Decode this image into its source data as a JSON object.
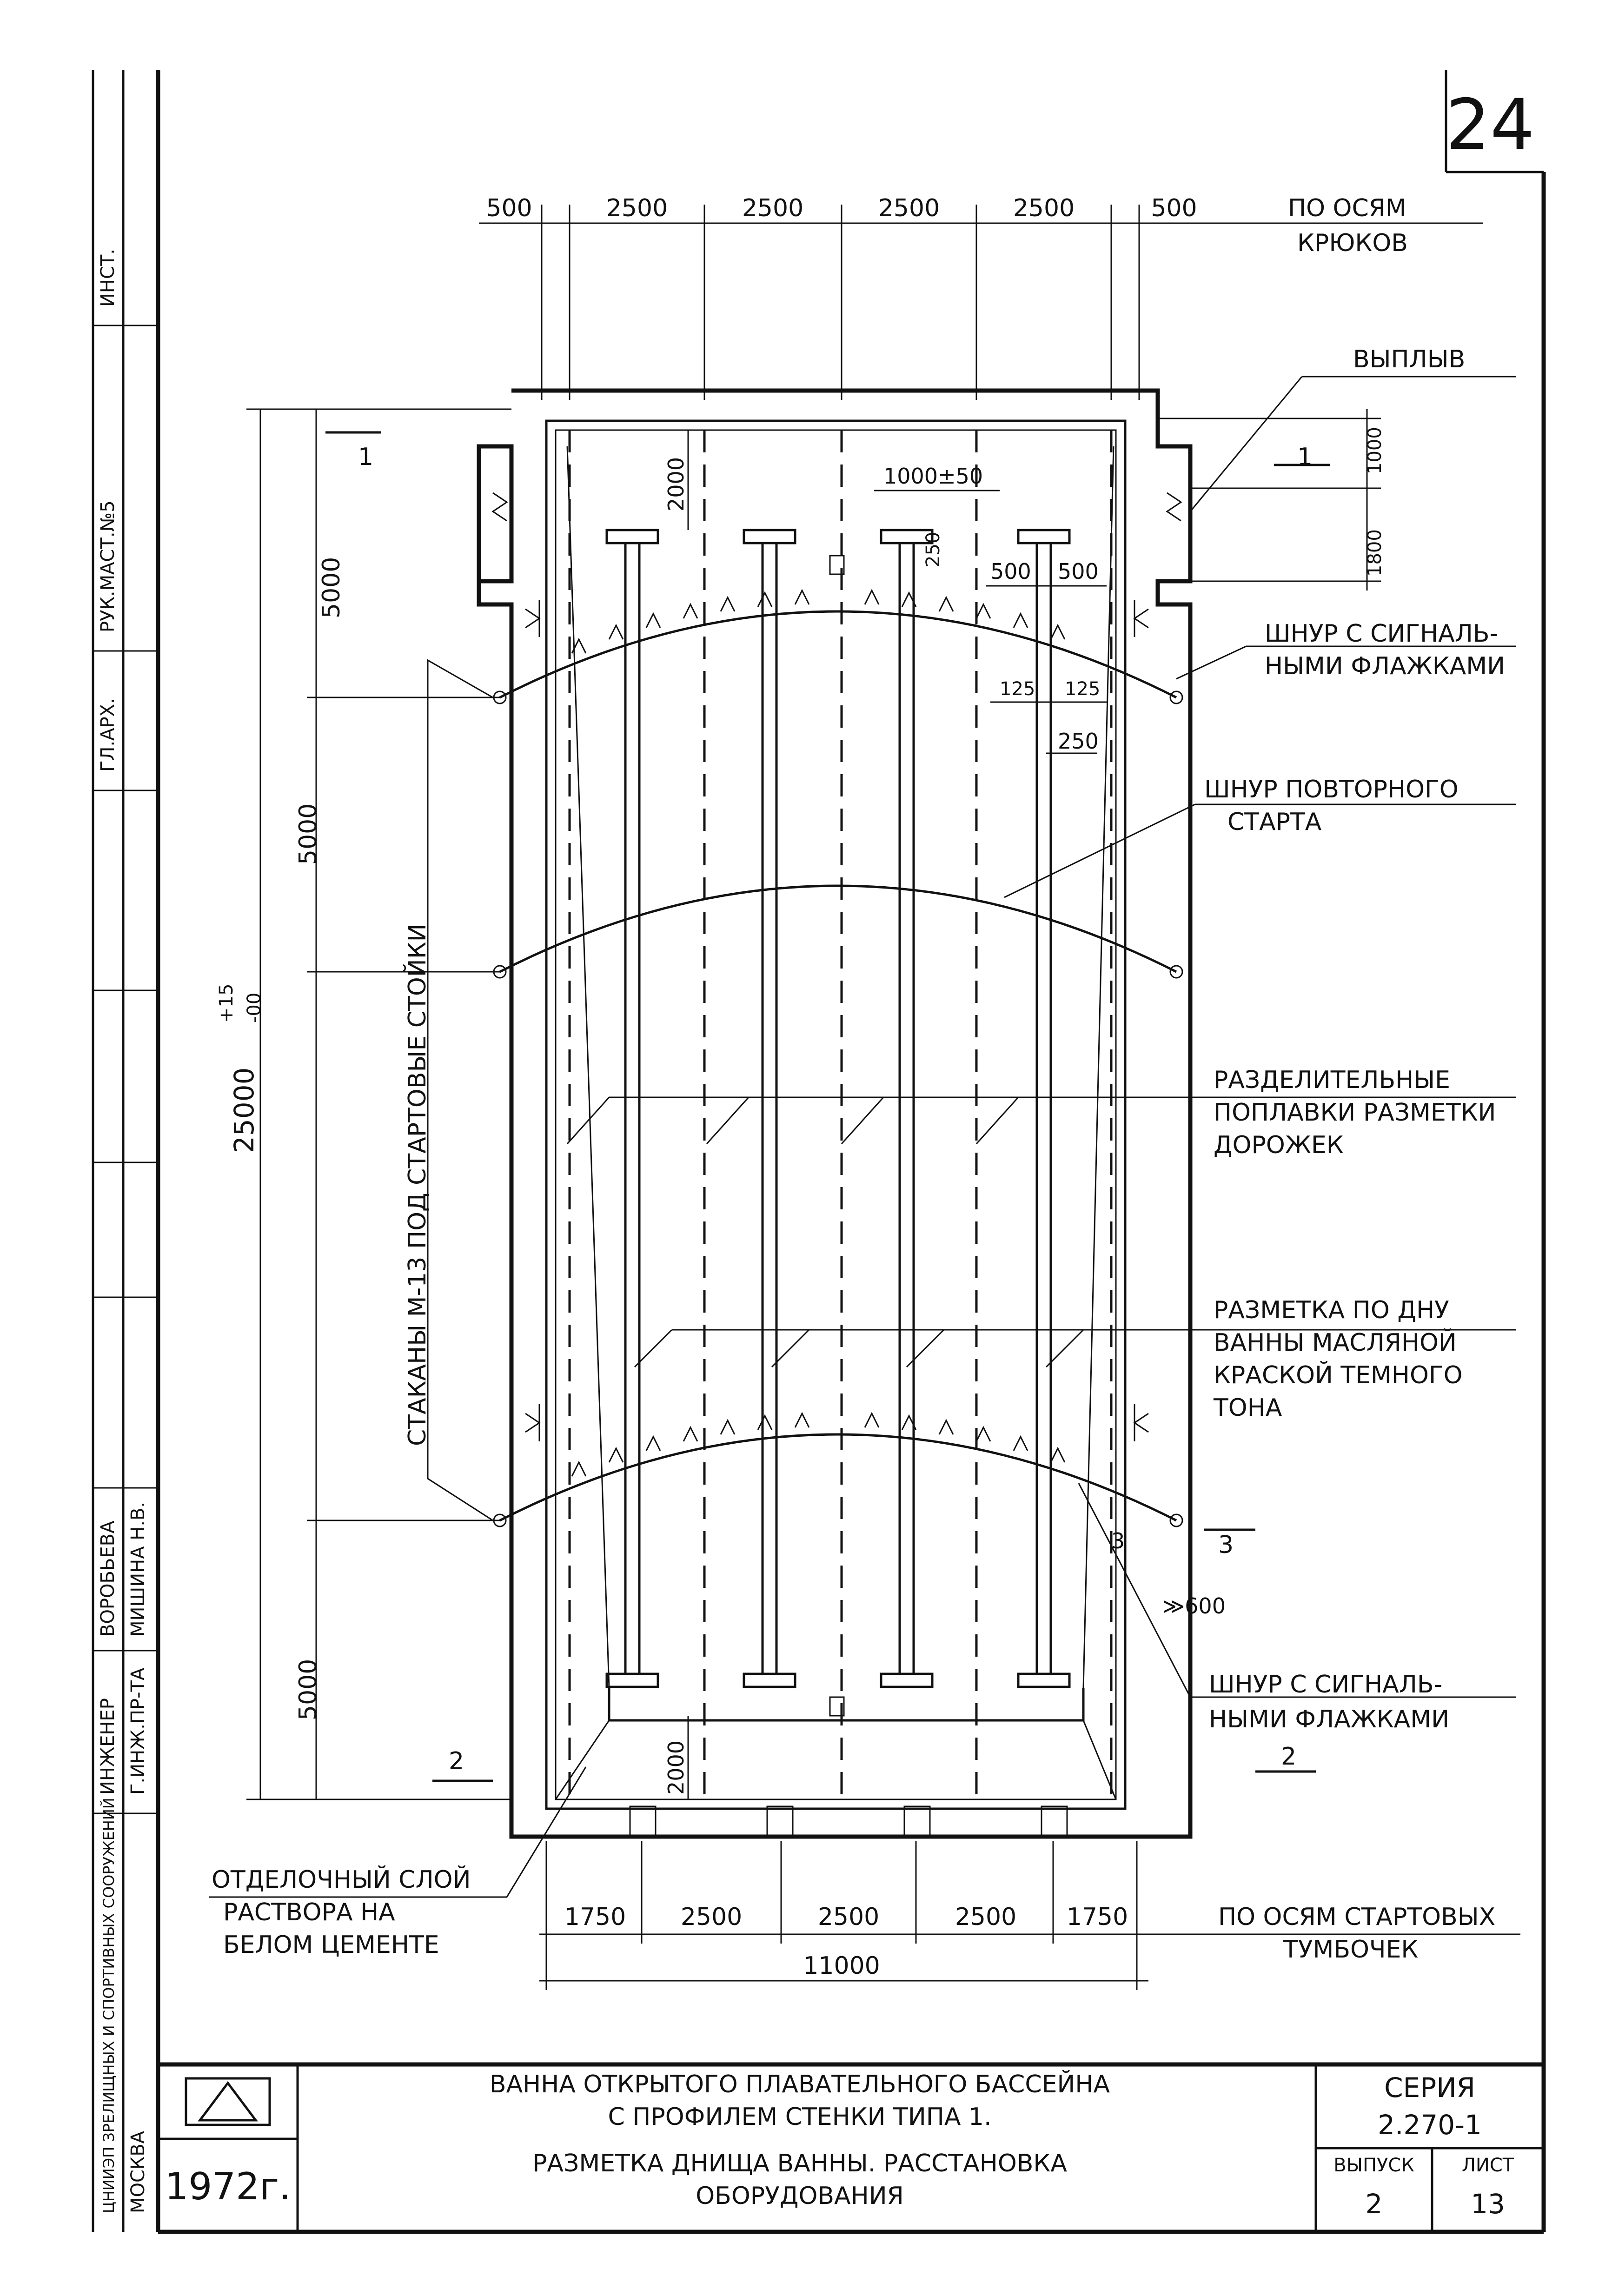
{
  "sheet_number": "24",
  "dims_top": [
    "500",
    "2500",
    "2500",
    "2500",
    "2500",
    "500"
  ],
  "dims_top_note": [
    "ПО ОСЯМ",
    "КРЮКОВ"
  ],
  "dims_bottom": [
    "1750",
    "2500",
    "2500",
    "2500",
    "1750"
  ],
  "dims_bottom_total": "11000",
  "dims_bottom_note": [
    "ПО ОСЯМ СТАРТОВЫХ",
    "ТУМБОЧЕК"
  ],
  "left_dims": [
    "5000",
    "5000",
    "5000"
  ],
  "overall_length": "25000",
  "overall_tolerance_plus": "+15",
  "overall_tolerance_minus": "-00",
  "inner_dims": {
    "top_2000": "2000",
    "bottom_2000": "2000",
    "d1000": "1000±50",
    "d250a": "250",
    "d500a": "500",
    "d500b": "500",
    "d125a": "125",
    "d125b": "125",
    "d250b": "250",
    "right_1000": "1000",
    "right_1800": "1800",
    "d600": "≫600"
  },
  "section_marks": {
    "s1_left": "1",
    "s1_right": "1",
    "s2_left": "2",
    "s2_right": "2",
    "s3_left": "3",
    "s3_right": "3"
  },
  "callouts": {
    "vyplyv": "ВЫПЛЫВ",
    "shnur_flag_top": [
      "ШНУР С СИГНАЛЬ-",
      "НЫМИ ФЛАЖКАМИ"
    ],
    "shnur_restart": [
      "ШНУР ПОВТОРНОГО",
      "СТАРТА"
    ],
    "razdel": [
      "РАЗДЕЛИТЕЛЬНЫЕ",
      "ПОПЛАВКИ РАЗМЕТКИ",
      "ДОРОЖЕК"
    ],
    "razmetka": [
      "РАЗМЕТКА ПО ДНУ",
      "ВАННЫ МАСЛЯНОЙ",
      "КРАСКОЙ ТЕМНОГО",
      "ТОНА"
    ],
    "shnur_flag_bottom": [
      "ШНУР С СИГНАЛЬ-",
      "НЫМИ ФЛАЖКАМИ"
    ],
    "otdelka": [
      "ОТДЕЛОЧНЫЙ СЛОЙ",
      "РАСТВОРА НА",
      "БЕЛОМ ЦЕМЕНТЕ"
    ],
    "stakany": "СТАКАНЫ М-13 ПОД СТАРТОВЫЕ СТОЙКИ"
  },
  "title_block": {
    "title_line1": "ВАННА ОТКРЫТОГО ПЛАВАТЕЛЬНОГО БАССЕЙНА",
    "title_line2": "С ПРОФИЛЕМ СТЕНКИ ТИПА 1.",
    "subtitle_line1": "РАЗМЕТКА ДНИЩА ВАННЫ. РАССТАНОВКА",
    "subtitle_line2": "ОБОРУДОВАНИЯ",
    "year": "1972г.",
    "series_label": "СЕРИЯ",
    "series_value": "2.270-1",
    "issue_label": "ВЫПУСК",
    "issue_value": "2",
    "sheet_label": "ЛИСТ",
    "sheet_value": "13"
  },
  "stamp": {
    "city": "МОСКВА",
    "org": "ЦНИИЭП ЗРЕЛИЩНЫХ И СПОРТИВНЫХ СООРУЖЕНИЙ",
    "role1": "Г.ИНЖ.ПР-ТА",
    "role2": "ИНЖЕНЕР",
    "name1": "МИШИНА Н.В.",
    "name2": "ВОРОБЬЕВА",
    "cells": [
      "РУК.МАСТ.№5",
      "ГЛ.АРХ.",
      "ИНСТ."
    ]
  }
}
